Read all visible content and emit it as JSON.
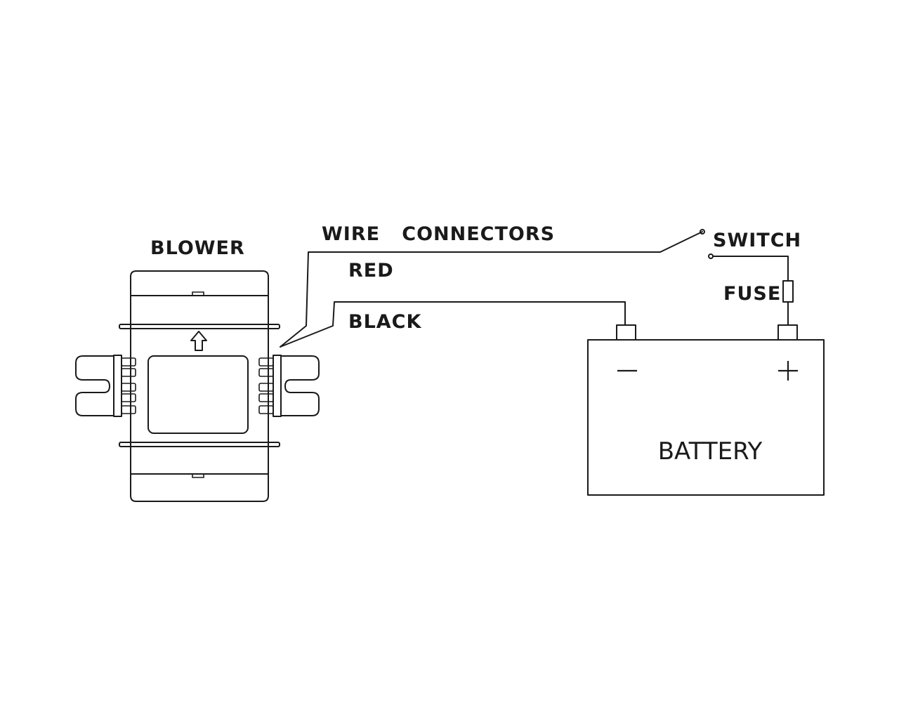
{
  "labels": {
    "blower": "BLOWER",
    "wire_connectors": "WIRE   CONNECTORS",
    "red": "RED",
    "black": "BLACK",
    "switch": "SWITCH",
    "fuse": "FUSE",
    "battery": "BATTERY"
  },
  "colors": {
    "line": "#1a1a1a",
    "background": "#ffffff"
  }
}
